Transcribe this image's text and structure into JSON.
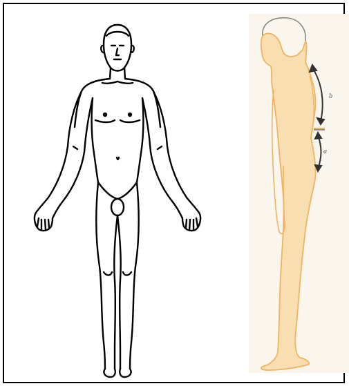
{
  "figure": {
    "front_view": {
      "icon": "anatomical-front-figure"
    },
    "side_view": {
      "icon": "anatomical-side-figure",
      "arrow_labels": {
        "upper": "b",
        "lower": "a"
      },
      "colors": {
        "body_fill": "#f8deb0",
        "body_outline": "#f0b35e",
        "background": "#fbf6ed",
        "arrow": "#333333"
      }
    }
  }
}
